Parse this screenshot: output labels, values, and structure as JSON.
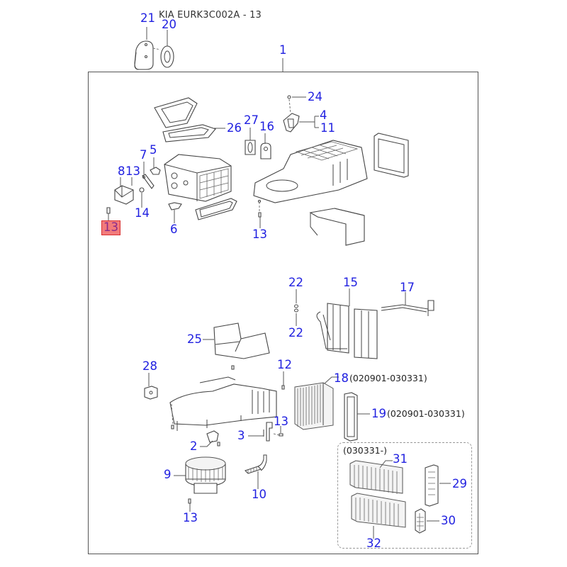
{
  "diagram": {
    "title": "KIA EURK3C002A - 13",
    "group_label": "1",
    "subassembly_note": "(030331-)",
    "highlighted_part": "13",
    "colors": {
      "callout_text": "#1f1fe0",
      "highlight_fill": "#f27b7b",
      "highlight_border": "#d93030",
      "frame": "#555555"
    },
    "callouts": [
      {
        "id": "c21",
        "label": "21",
        "note": ""
      },
      {
        "id": "c20",
        "label": "20",
        "note": ""
      },
      {
        "id": "c1",
        "label": "1",
        "note": ""
      },
      {
        "id": "c24",
        "label": "24",
        "note": ""
      },
      {
        "id": "c27",
        "label": "27",
        "note": ""
      },
      {
        "id": "c16",
        "label": "16",
        "note": ""
      },
      {
        "id": "c4",
        "label": "4",
        "note": ""
      },
      {
        "id": "c11",
        "label": "11",
        "note": ""
      },
      {
        "id": "c26",
        "label": "26",
        "note": ""
      },
      {
        "id": "c5",
        "label": "5",
        "note": ""
      },
      {
        "id": "c7",
        "label": "7",
        "note": ""
      },
      {
        "id": "c8",
        "label": "8",
        "note": ""
      },
      {
        "id": "c13a",
        "label": "13",
        "note": ""
      },
      {
        "id": "c14",
        "label": "14",
        "note": ""
      },
      {
        "id": "c13hl",
        "label": "13",
        "note": ""
      },
      {
        "id": "c6",
        "label": "6",
        "note": ""
      },
      {
        "id": "c13b",
        "label": "13",
        "note": ""
      },
      {
        "id": "c22a",
        "label": "22",
        "note": ""
      },
      {
        "id": "c22b",
        "label": "22",
        "note": ""
      },
      {
        "id": "c15",
        "label": "15",
        "note": ""
      },
      {
        "id": "c17",
        "label": "17",
        "note": ""
      },
      {
        "id": "c25",
        "label": "25",
        "note": ""
      },
      {
        "id": "c28",
        "label": "28",
        "note": ""
      },
      {
        "id": "c12",
        "label": "12",
        "note": ""
      },
      {
        "id": "c18",
        "label": "18",
        "note": "(020901-030331)"
      },
      {
        "id": "c19",
        "label": "19",
        "note": "(020901-030331)"
      },
      {
        "id": "c3",
        "label": "3",
        "note": ""
      },
      {
        "id": "c13c",
        "label": "13",
        "note": ""
      },
      {
        "id": "c2",
        "label": "2",
        "note": ""
      },
      {
        "id": "c9",
        "label": "9",
        "note": ""
      },
      {
        "id": "c10",
        "label": "10",
        "note": ""
      },
      {
        "id": "c13d",
        "label": "13",
        "note": ""
      },
      {
        "id": "c31",
        "label": "31",
        "note": ""
      },
      {
        "id": "c29",
        "label": "29",
        "note": ""
      },
      {
        "id": "c30",
        "label": "30",
        "note": ""
      },
      {
        "id": "c32",
        "label": "32",
        "note": ""
      }
    ]
  }
}
